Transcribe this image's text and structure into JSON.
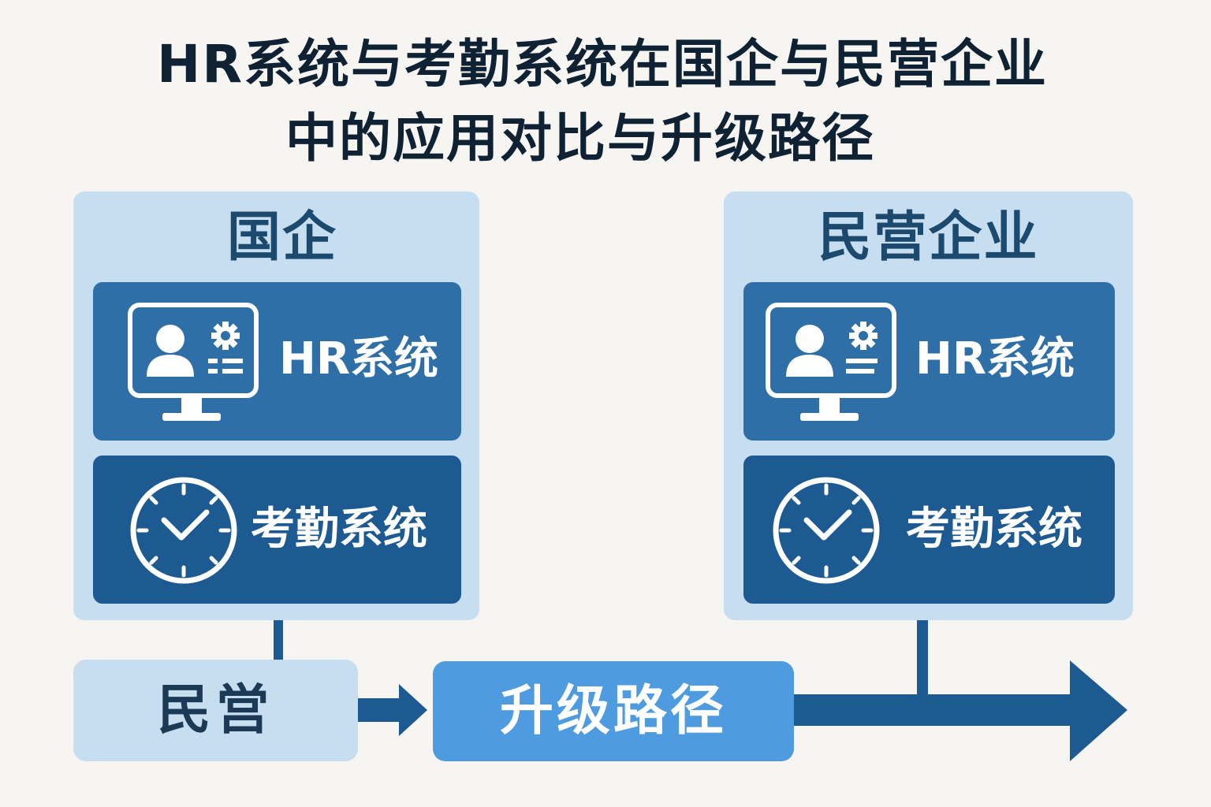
{
  "title": {
    "line1": "HR系统与考勤系统在国企与民营企业",
    "line2": "中的应用对比与升级路径"
  },
  "panels": {
    "soe": {
      "title": "国企",
      "hr_label": "HR系统",
      "attendance_label": "考勤系统"
    },
    "private": {
      "title": "民营企业",
      "hr_label": "HR系统",
      "attendance_label": "考勤系统"
    }
  },
  "flow": {
    "left_box_label": "民営",
    "path_label": "升级路径"
  },
  "icons": {
    "hr": "monitor-user-gear-icon",
    "attendance": "clock-icon",
    "arrow": "arrow-right-icon"
  },
  "colors": {
    "background": "#f6f5f2",
    "panel": "#c7def0",
    "hr_card": "#2f6fa8",
    "attendance_card": "#1d5a91",
    "path_box": "#4e9be0",
    "arrow": "#1d5a91",
    "title": "#0f2233"
  }
}
